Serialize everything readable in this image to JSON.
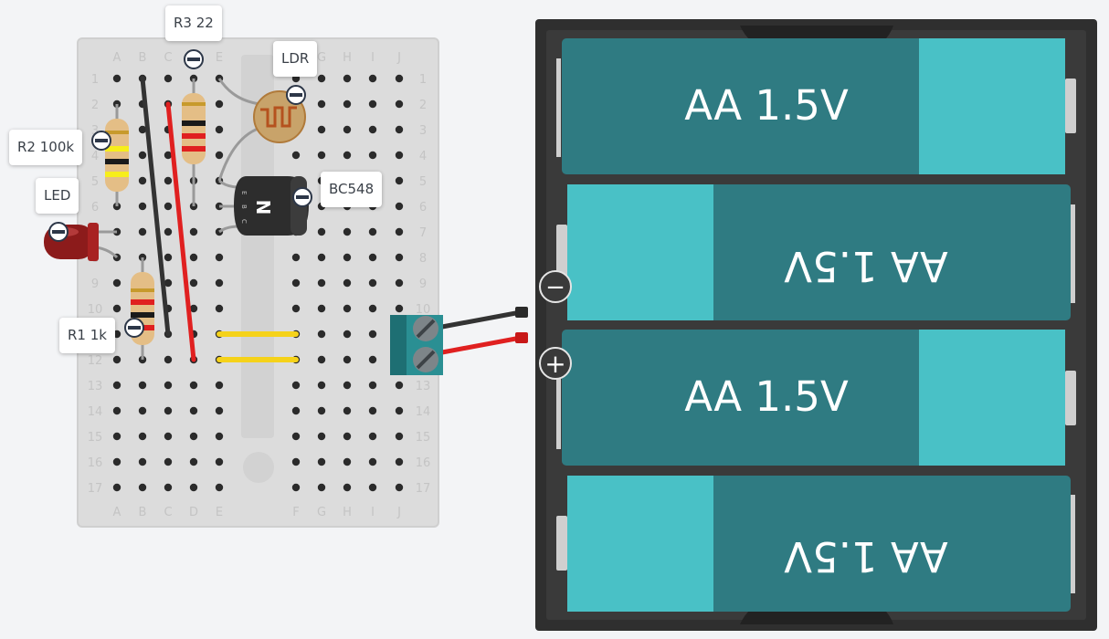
{
  "breadboard": {
    "columns_left": [
      "A",
      "B",
      "C",
      "D",
      "E"
    ],
    "columns_right": [
      "F",
      "G",
      "H",
      "I",
      "J"
    ],
    "rows": [
      "1",
      "2",
      "3",
      "4",
      "5",
      "6",
      "7",
      "8",
      "9",
      "10",
      "11",
      "12",
      "13",
      "14",
      "15",
      "16",
      "17"
    ]
  },
  "components": {
    "r3": {
      "label": "R3 22"
    },
    "ldr": {
      "label": "LDR"
    },
    "r2": {
      "label": "R2 100k"
    },
    "led": {
      "label": "LED"
    },
    "transistor": {
      "label": "BC548",
      "body_letter": "N",
      "pins": [
        "E",
        "B",
        "C"
      ]
    },
    "r1": {
      "label": "R1 1k"
    }
  },
  "battery": {
    "cells": [
      {
        "label": "AA 1.5V"
      },
      {
        "label": "AA 1.5V"
      },
      {
        "label": "AA 1.5V"
      },
      {
        "label": "AA 1.5V"
      }
    ],
    "minus_symbol": "−",
    "plus_symbol": "+"
  },
  "colors": {
    "breadboard": "#dcdcdc",
    "battery_holder": "#2f2f2f",
    "cell_dark": "#2f7b82",
    "cell_light": "#49c1c6",
    "wire_red": "#e02020",
    "wire_black": "#333333",
    "wire_yellow": "#f5d21a",
    "terminal": "#2a8f93"
  }
}
